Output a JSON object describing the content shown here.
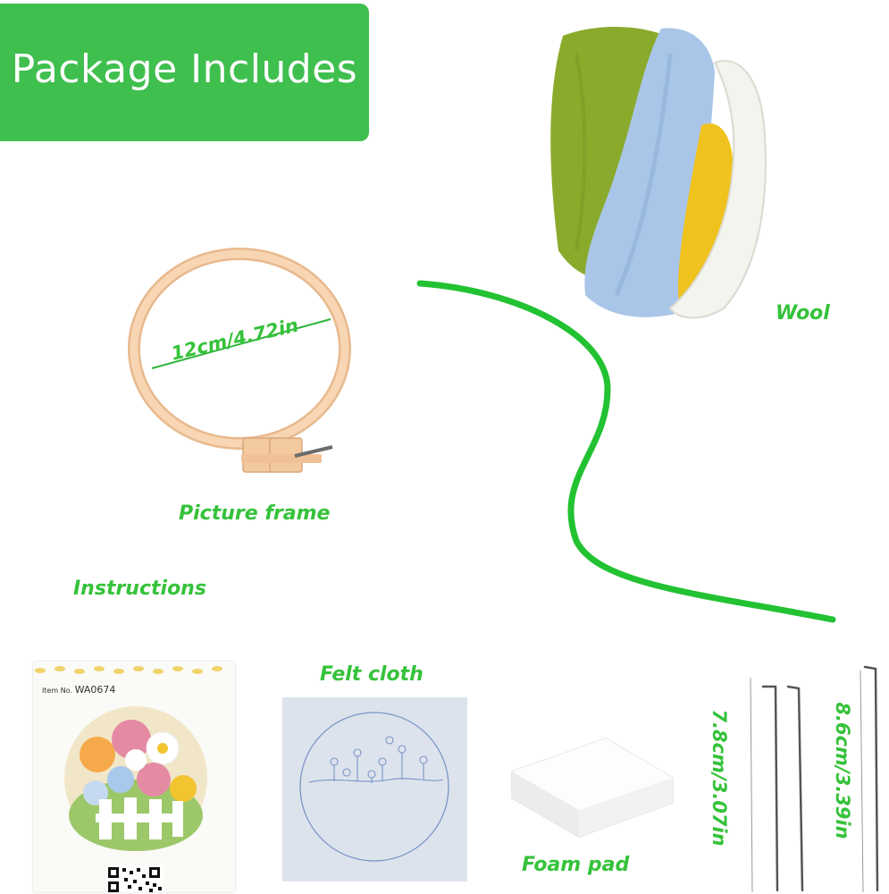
{
  "header": {
    "title": "Package Includes"
  },
  "items": {
    "wool": {
      "label": "Wool"
    },
    "picture_frame": {
      "label": "Picture frame",
      "size": "12cm/4.72in"
    },
    "instructions": {
      "label": "Instructions",
      "item_no_prefix": "Item No.",
      "item_no": "WA0674"
    },
    "felt_cloth": {
      "label": "Felt cloth"
    },
    "foam_pad": {
      "label": "Foam pad"
    },
    "needles": {
      "small_size": "7.8cm/3.07in",
      "large_size": "8.6cm/3.39in"
    }
  },
  "colors": {
    "accent": "#3fbf4e",
    "label_green": "#35c23a",
    "wool_green": "#8aaa2c",
    "wool_blue": "#a9c6e8",
    "wool_yellow": "#f0c21e",
    "frame_tan": "#f6cfa8"
  }
}
